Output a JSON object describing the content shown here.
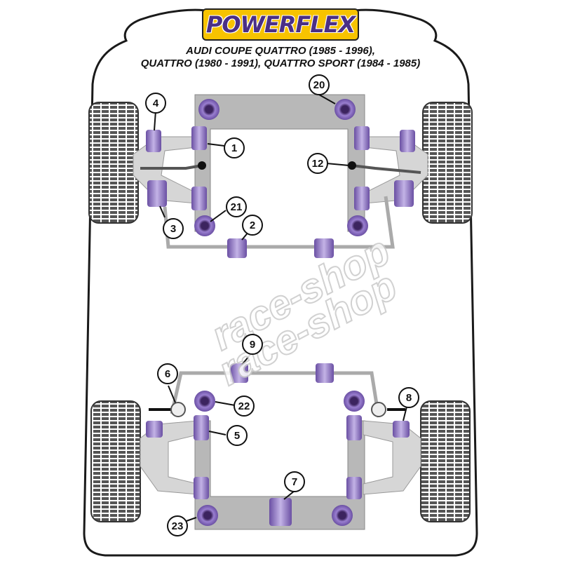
{
  "brand": {
    "logo_text": "POWERFLEX"
  },
  "title": {
    "line1": "AUDI COUPE QUATTRO (1985 - 1996),",
    "line2": "QUATTRO (1980 - 1991), QUATTRO SPORT (1984 - 1985)"
  },
  "watermark": {
    "text": "race-shop"
  },
  "colors": {
    "bush": "#9b87c9",
    "bush_dark": "#6a4fa3",
    "subframe": "#b5b5b5",
    "tyre": "#5a5a5a",
    "logo": "#f7c300"
  },
  "callouts": {
    "c1": "1",
    "c2": "2",
    "c3": "3",
    "c4": "4",
    "c5": "5",
    "c6": "6",
    "c7": "7",
    "c8": "8",
    "c9": "9",
    "c12": "12",
    "c20": "20",
    "c21": "21",
    "c22": "22",
    "c23": "23"
  }
}
